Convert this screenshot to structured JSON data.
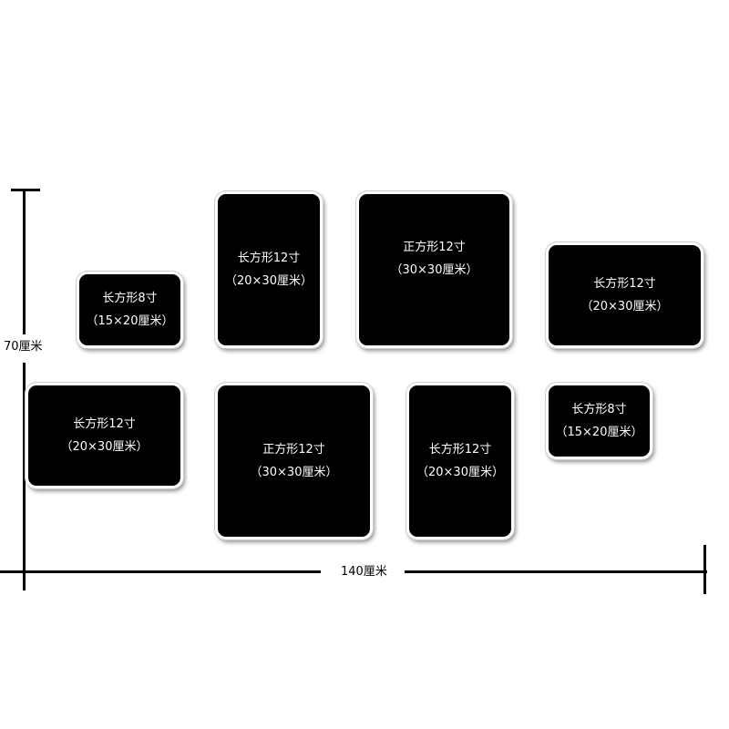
{
  "frames": [
    {
      "shape": "长方形8寸",
      "dim": "（15×20厘米）"
    },
    {
      "shape": "长方形12寸",
      "dim": "（20×30厘米）"
    },
    {
      "shape": "正方形12寸",
      "dim": "（30×30厘米）"
    },
    {
      "shape": "长方形12寸",
      "dim": "（20×30厘米）"
    },
    {
      "shape": "长方形12寸",
      "dim": "（20×30厘米）"
    },
    {
      "shape": "正方形12寸",
      "dim": "（30×30厘米）"
    },
    {
      "shape": "长方形12寸",
      "dim": "（20×30厘米）"
    },
    {
      "shape": "长方形8寸",
      "dim": "（15×20厘米）"
    }
  ],
  "height_label": "70厘米",
  "width_label": "140厘米",
  "colors": {
    "frame_fill": "#000000",
    "frame_border": "#ffffff",
    "text": "#ffffff",
    "axis": "#000000"
  }
}
